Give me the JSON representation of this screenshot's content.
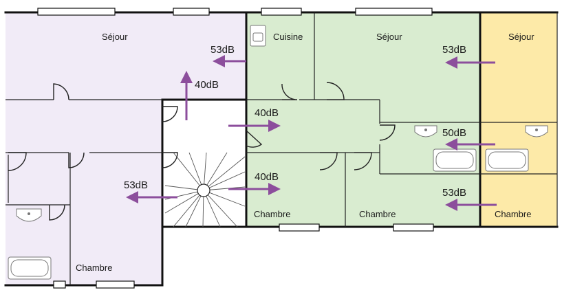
{
  "colors": {
    "purple_zone": "#f1ebf7",
    "green_zone": "#d9ecd0",
    "yellow_zone": "#fdeaa8",
    "arrow": "#8c4e9c",
    "wall": "#111111"
  },
  "rooms": {
    "sejour_left": "Séjour",
    "cuisine": "Cuisine",
    "sejour_middle": "Séjour",
    "sejour_right": "Séjour",
    "chambre_bottom_left": "Chambre",
    "chambre_green_left": "Chambre",
    "chambre_green_right": "Chambre",
    "chambre_right": "Chambre"
  },
  "measurements": {
    "left_sejour": "53dB",
    "stair_up": "40dB",
    "corridor": "40dB",
    "middle_sejour": "53dB",
    "bathroom": "50dB",
    "chambre_left": "53dB",
    "chambre_green": "40dB",
    "chambre_right": "53dB"
  },
  "icons": [
    "sink-icon",
    "bathtub-icon",
    "spiral-staircase-icon",
    "arrow-icon"
  ]
}
